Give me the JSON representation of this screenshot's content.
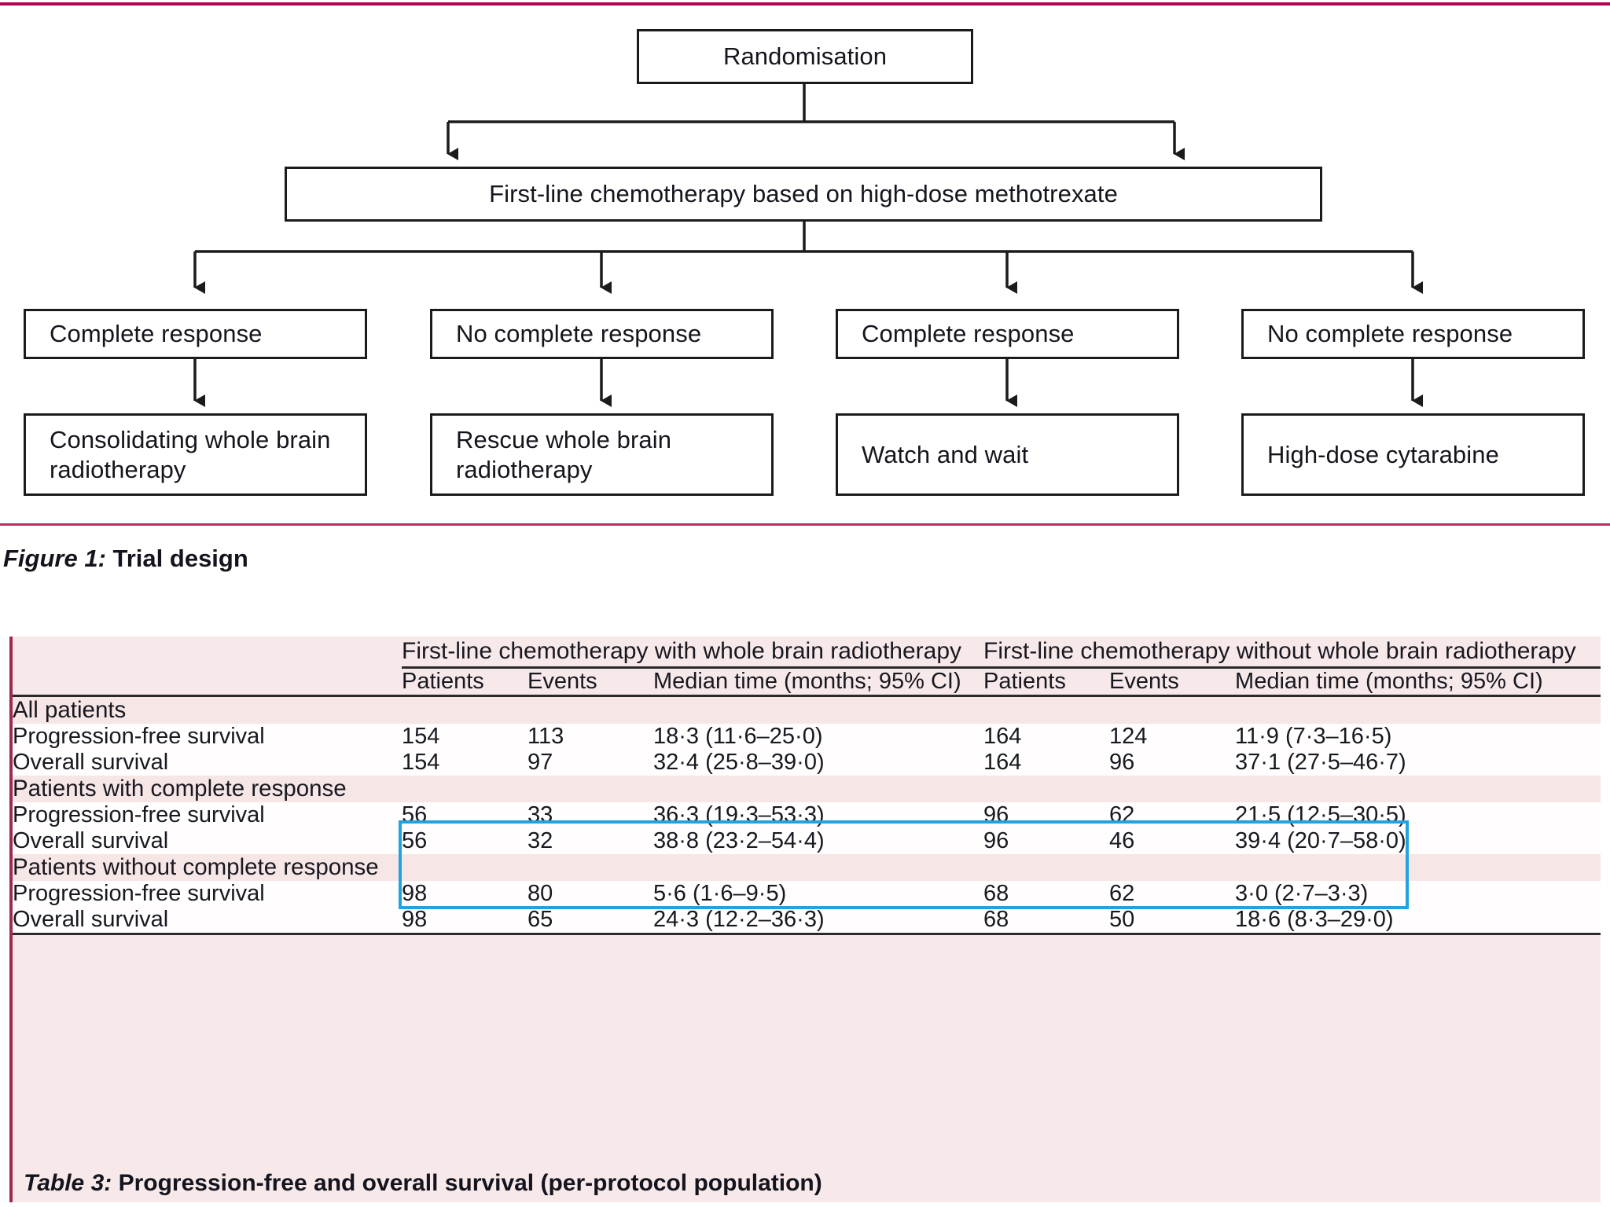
{
  "colors": {
    "journal_rule": "#b5004f",
    "table_bg": "#f7e9e9",
    "table_left_border": "#9e2a50",
    "highlight_border": "#23a3dd",
    "row_white": "#fffdfd"
  },
  "figure": {
    "caption_lead": "Figure 1:",
    "caption_text": " Trial design",
    "nodes": {
      "randomisation": "Randomisation",
      "first_line": "First-line chemotherapy based on high-dose methotrexate",
      "cr_left": "Complete response",
      "ncr_left": "No complete response",
      "cr_right": "Complete response",
      "ncr_right": "No complete response",
      "consolidating": "Consolidating whole brain radiotherapy",
      "rescue": "Rescue whole brain radiotherapy",
      "watch": "Watch and wait",
      "cytarabine": "High-dose cytarabine"
    }
  },
  "table": {
    "caption_lead": "Table 3:",
    "caption_text": " Progression-free and overall survival (per-protocol population)",
    "group_headers": [
      "First-line chemotherapy with whole brain radiotherapy",
      "First-line chemotherapy without whole brain radiotherapy"
    ],
    "column_headers": [
      "",
      "Patients",
      "Events",
      "Median time (months; 95% CI)",
      "Patients",
      "Events",
      "Median time (months; 95% CI)"
    ],
    "sections": [
      {
        "title": "All patients",
        "rows": [
          {
            "label": "Progression-free survival",
            "with_patients": "154",
            "with_events": "113",
            "with_median": "18·3 (11·6–25·0)",
            "without_patients": "164",
            "without_events": "124",
            "without_median": "11·9 (7·3–16·5)"
          },
          {
            "label": "Overall survival",
            "with_patients": "154",
            "with_events": "97",
            "with_median": "32·4 (25·8–39·0)",
            "without_patients": "164",
            "without_events": "96",
            "without_median": "37·1 (27·5–46·7)"
          }
        ]
      },
      {
        "title": "Patients with complete response",
        "rows": [
          {
            "label": "Progression-free survival",
            "with_patients": "56",
            "with_events": "33",
            "with_median": "36·3 (19·3–53·3)",
            "without_patients": "96",
            "without_events": "62",
            "without_median": "21·5 (12·5–30·5)"
          },
          {
            "label": "Overall survival",
            "with_patients": "56",
            "with_events": "32",
            "with_median": "38·8 (23·2–54·4)",
            "without_patients": "96",
            "without_events": "46",
            "without_median": "39·4 (20·7–58·0)"
          }
        ]
      },
      {
        "title": "Patients without complete response",
        "rows": [
          {
            "label": "Progression-free survival",
            "with_patients": "98",
            "with_events": "80",
            "with_median": "5·6 (1·6–9·5)",
            "without_patients": "68",
            "without_events": "62",
            "without_median": "3·0 (2·7–3·3)"
          },
          {
            "label": "Overall survival",
            "with_patients": "98",
            "with_events": "65",
            "with_median": "24·3 (12·2–36·3)",
            "without_patients": "68",
            "without_events": "50",
            "without_median": "18·6 (8·3–29·0)"
          }
        ]
      }
    ]
  }
}
